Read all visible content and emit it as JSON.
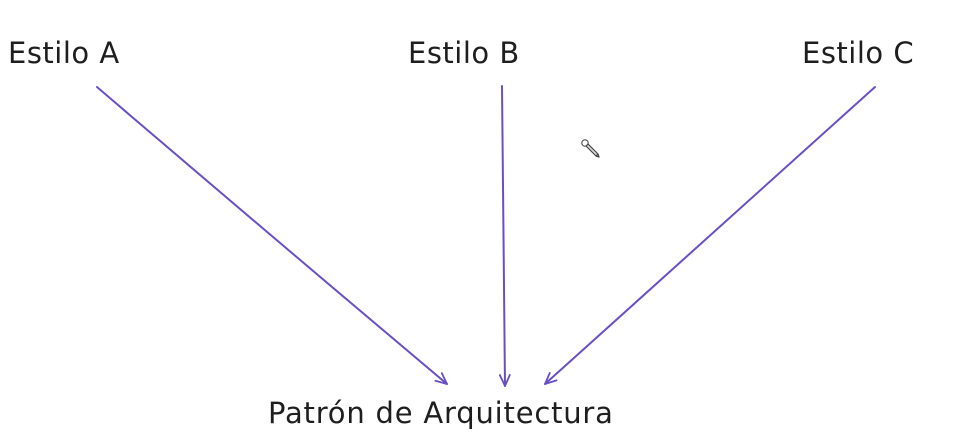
{
  "nodes": {
    "style_a": "Estilo A",
    "style_b": "Estilo B",
    "style_c": "Estilo C",
    "target": "Patrón de Arquitectura"
  },
  "colors": {
    "arrow": "#6a4fc4",
    "text": "#1e1e1e",
    "background": "#ffffff"
  },
  "icons": {
    "cursor": "pencil-cursor-icon"
  }
}
